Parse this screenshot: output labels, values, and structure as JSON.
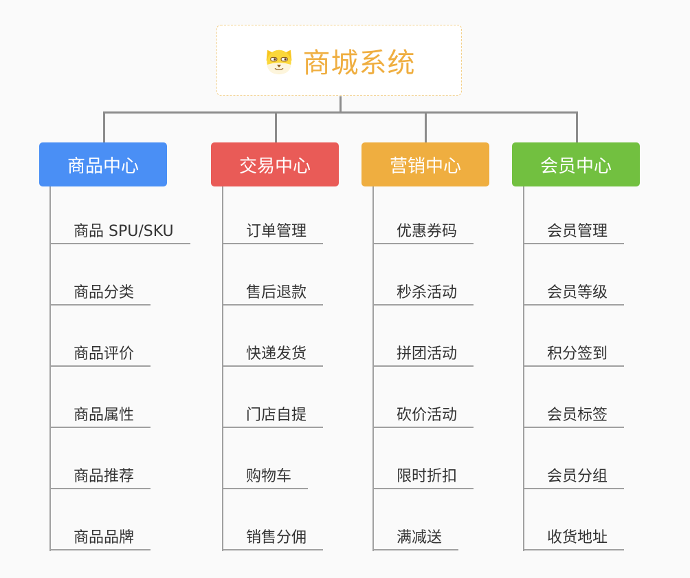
{
  "root": {
    "title": "商城系统",
    "icon": "shiba-dog-icon",
    "color": "#efae40"
  },
  "categories": [
    {
      "label": "商品中心",
      "color": "#4a8ff5",
      "items": [
        "商品 SPU/SKU",
        "商品分类",
        "商品评价",
        "商品属性",
        "商品推荐",
        "商品品牌"
      ]
    },
    {
      "label": "交易中心",
      "color": "#e95b57",
      "items": [
        "订单管理",
        "售后退款",
        "快递发货",
        "门店自提",
        "购物车",
        "销售分佣"
      ]
    },
    {
      "label": "营销中心",
      "color": "#efae40",
      "items": [
        "优惠券码",
        "秒杀活动",
        "拼团活动",
        "砍价活动",
        "限时折扣",
        "满减送"
      ]
    },
    {
      "label": "会员中心",
      "color": "#72c040",
      "items": [
        "会员管理",
        "会员等级",
        "积分签到",
        "会员标签",
        "会员分组",
        "收货地址"
      ]
    }
  ]
}
